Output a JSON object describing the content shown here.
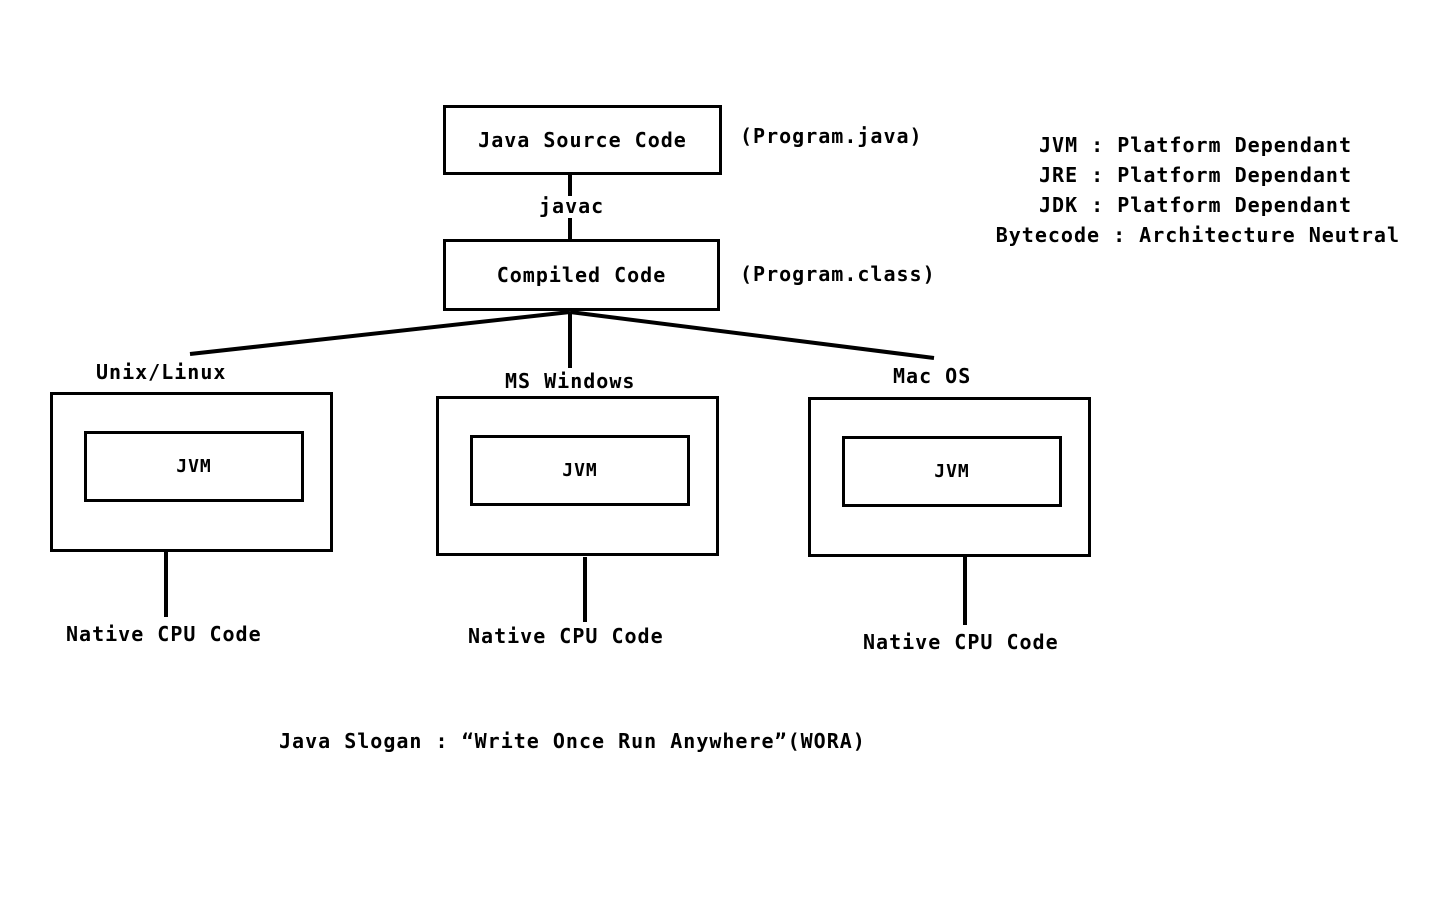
{
  "source": {
    "box_label": "Java Source Code",
    "file_note": "(Program.java)"
  },
  "compiler": {
    "label": "javac"
  },
  "compiled": {
    "box_label": "Compiled Code",
    "file_note": "(Program.class)"
  },
  "platforms": [
    {
      "name": "Unix/Linux",
      "vm_label": "JVM",
      "output": "Native CPU Code"
    },
    {
      "name": "MS Windows",
      "vm_label": "JVM",
      "output": "Native CPU Code"
    },
    {
      "name": "Mac OS",
      "vm_label": "JVM",
      "output": "Native CPU Code"
    }
  ],
  "legend": [
    {
      "text": "JVM : Platform Dependant"
    },
    {
      "text": "JRE : Platform Dependant"
    },
    {
      "text": "JDK : Platform Dependant"
    },
    {
      "text": "Bytecode : Architecture Neutral"
    }
  ],
  "slogan": "Java Slogan : “Write Once Run Anywhere”(WORA)"
}
